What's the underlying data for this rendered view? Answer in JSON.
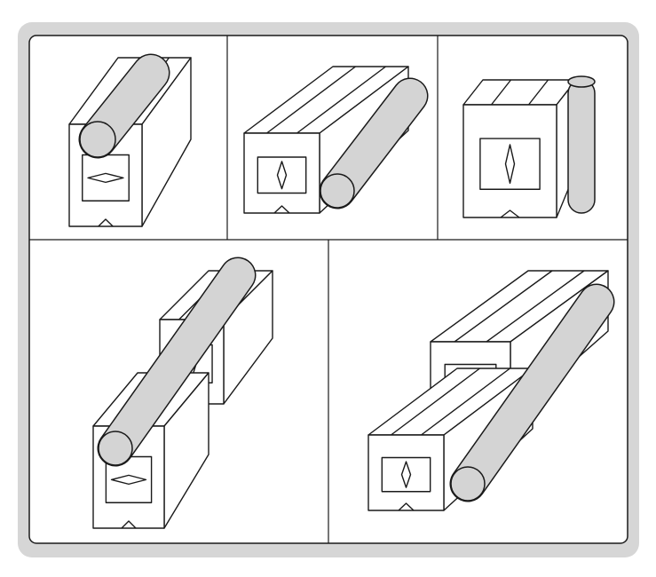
{
  "colors": {
    "frame": "#d6d6d6",
    "panel_border": "#1a1a1a",
    "line": "#1a1a1a",
    "rod_fill": "#d4d4d4",
    "block_fill": "#ffffff"
  },
  "figure": {
    "panels": [
      {
        "name": "panel-v-block-rod-on-top"
      },
      {
        "name": "panel-v-block-rod-on-side"
      },
      {
        "name": "panel-v-block-rod-vertical"
      },
      {
        "name": "panel-two-v-blocks-rod-on-top"
      },
      {
        "name": "panel-two-v-blocks-rod-on-side"
      }
    ]
  }
}
